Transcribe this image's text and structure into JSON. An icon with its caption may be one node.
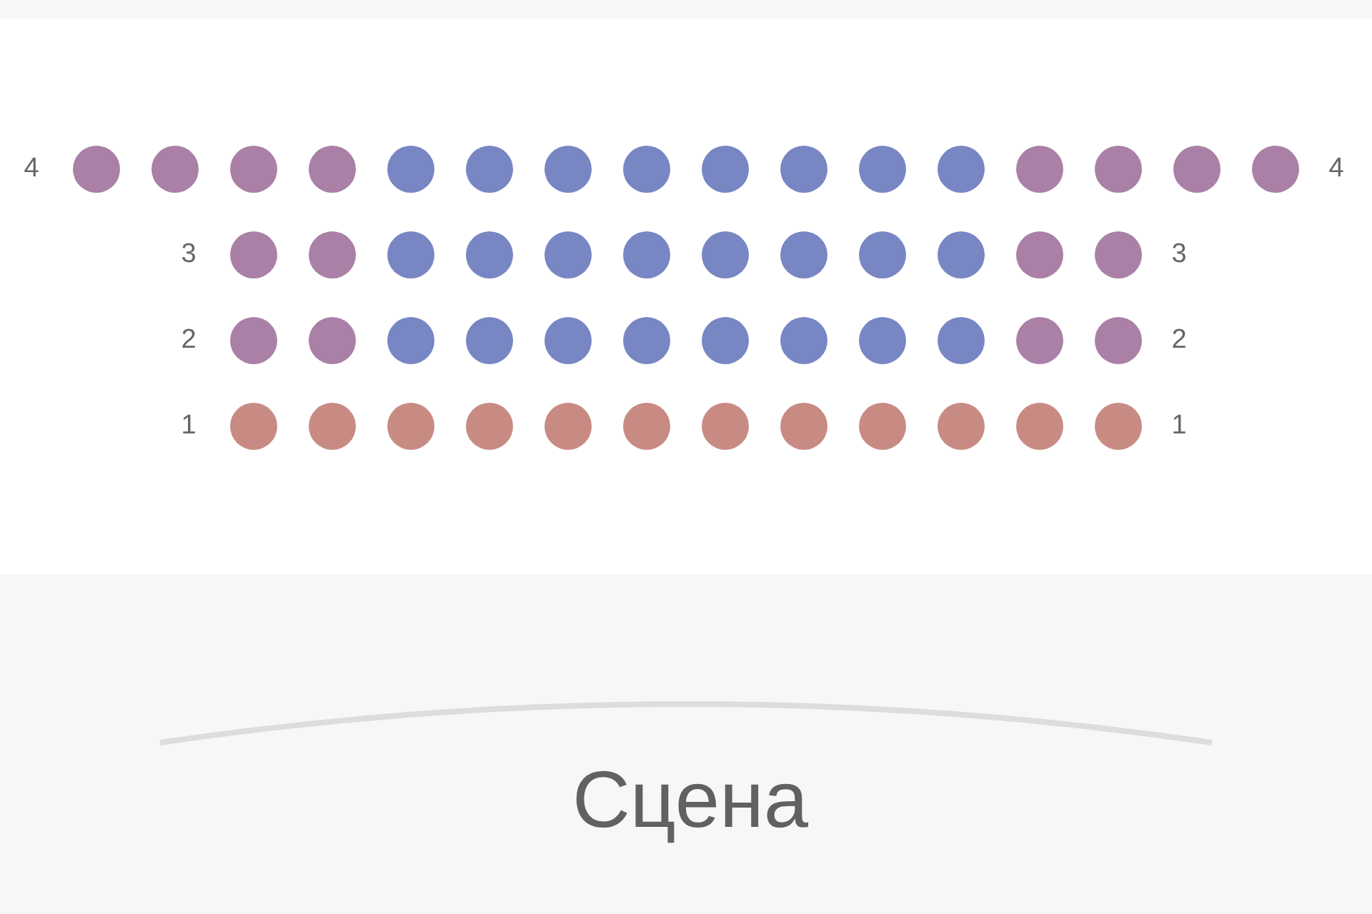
{
  "diagram": {
    "nodes": [
      {
        "text": [],
        "shape": "circle"
      },
      {
        "text": [],
        "shape": "circle"
      },
      {
        "text": [],
        "shape": "circle"
      },
      {
        "text": [],
        "shape": "circle"
      },
      {
        "text": [],
        "shape": "circle"
      },
      {
        "text": [],
        "shape": "circle"
      },
      {
        "text": [],
        "shape": "circle"
      },
      {
        "text": [],
        "shape": "circle"
      },
      {
        "text": [],
        "shape": "circle"
      },
      {
        "text": [],
        "shape": "circle"
      },
      {
        "text": [],
        "shape": "circle"
      },
      {
        "text": [],
        "shape": "circle"
      },
      {
        "text": [],
        "shape": "circle"
      },
      {
        "text": [],
        "shape": "circle"
      },
      {
        "text": [],
        "shape": "circle"
      },
      {
        "text": [],
        "shape": "circle"
      },
      {
        "text": [],
        "shape": "circle"
      },
      {
        "text": [],
        "shape": "circle"
      },
      {
        "text": [],
        "shape": "circle"
      },
      {
        "text": [],
        "shape": "circle"
      },
      {
        "text": [],
        "shape": "circle"
      },
      {
        "text": [],
        "shape": "circle"
      },
      {
        "text": [],
        "shape": "circle"
      },
      {
        "text": [],
        "shape": "circle"
      },
      {
        "text": [],
        "shape": "circle"
      },
      {
        "text": [],
        "shape": "circle"
      },
      {
        "text": [],
        "shape": "circle"
      },
      {
        "text": [],
        "shape": "circle"
      },
      {
        "text": [],
        "shape": "circle"
      },
      {
        "text": [],
        "shape": "circle"
      },
      {
        "text": [],
        "shape": "circle"
      },
      {
        "text": [],
        "shape": "circle"
      },
      {
        "text": [],
        "shape": "circle"
      },
      {
        "text": [],
        "shape": "circle"
      },
      {
        "text": [],
        "shape": "circle"
      },
      {
        "text": [],
        "shape": "circle"
      },
      {
        "text": [],
        "shape": "circle"
      },
      {
        "text": [],
        "shape": "circle"
      },
      {
        "text": [],
        "shape": "circle"
      },
      {
        "text": [],
        "shape": "circle"
      },
      {
        "text": [],
        "shape": "circle"
      },
      {
        "text": [],
        "shape": "circle"
      },
      {
        "text": [],
        "shape": "circle"
      },
      {
        "text": [],
        "shape": "circle"
      },
      {
        "text": [],
        "shape": "circle"
      },
      {
        "text": [],
        "shape": "circle"
      },
      {
        "text": [],
        "shape": "circle"
      },
      {
        "text": [],
        "shape": "circle"
      },
      {
        "text": [],
        "shape": "circle"
      },
      {
        "text": [],
        "shape": "circle"
      },
      {
        "text": [],
        "shape": "circle"
      },
      {
        "text": [],
        "shape": "circle"
      },
      {
        "text": [
          "Сцена"
        ]
      }
    ],
    "labels": [
      "4",
      "4",
      "3",
      "3",
      "2",
      "2",
      "1",
      "1"
    ]
  }
}
